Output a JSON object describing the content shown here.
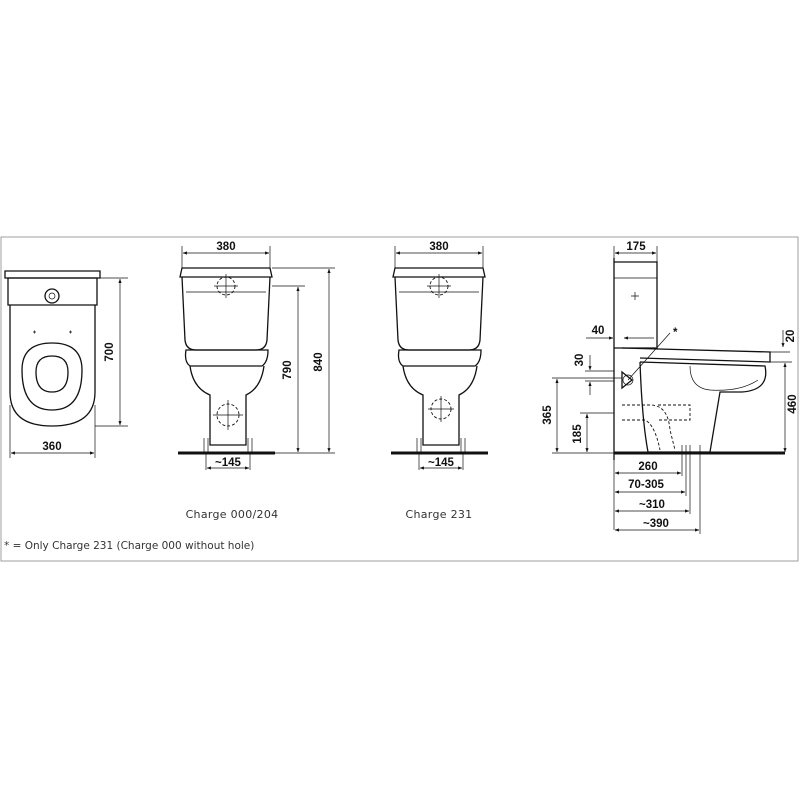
{
  "dimensions": {
    "top_width": "360",
    "top_depth": "700",
    "front1_width": "380",
    "front1_height_tank": "790",
    "front1_height_total": "840",
    "front1_fix": "~145",
    "front2_width": "380",
    "front2_fix": "~145",
    "side_tank_depth": "175",
    "side_40": "40",
    "side_30": "30",
    "side_20": "20",
    "side_460": "460",
    "side_365": "365",
    "side_185": "185",
    "side_260": "260",
    "side_70_305": "70-305",
    "side_310": "~310",
    "side_390": "~390",
    "side_star": "*"
  },
  "captions": {
    "charge1": "Charge 000/204",
    "charge2": "Charge 231"
  },
  "footnote": "* = Only Charge 231 (Charge 000 without hole)"
}
